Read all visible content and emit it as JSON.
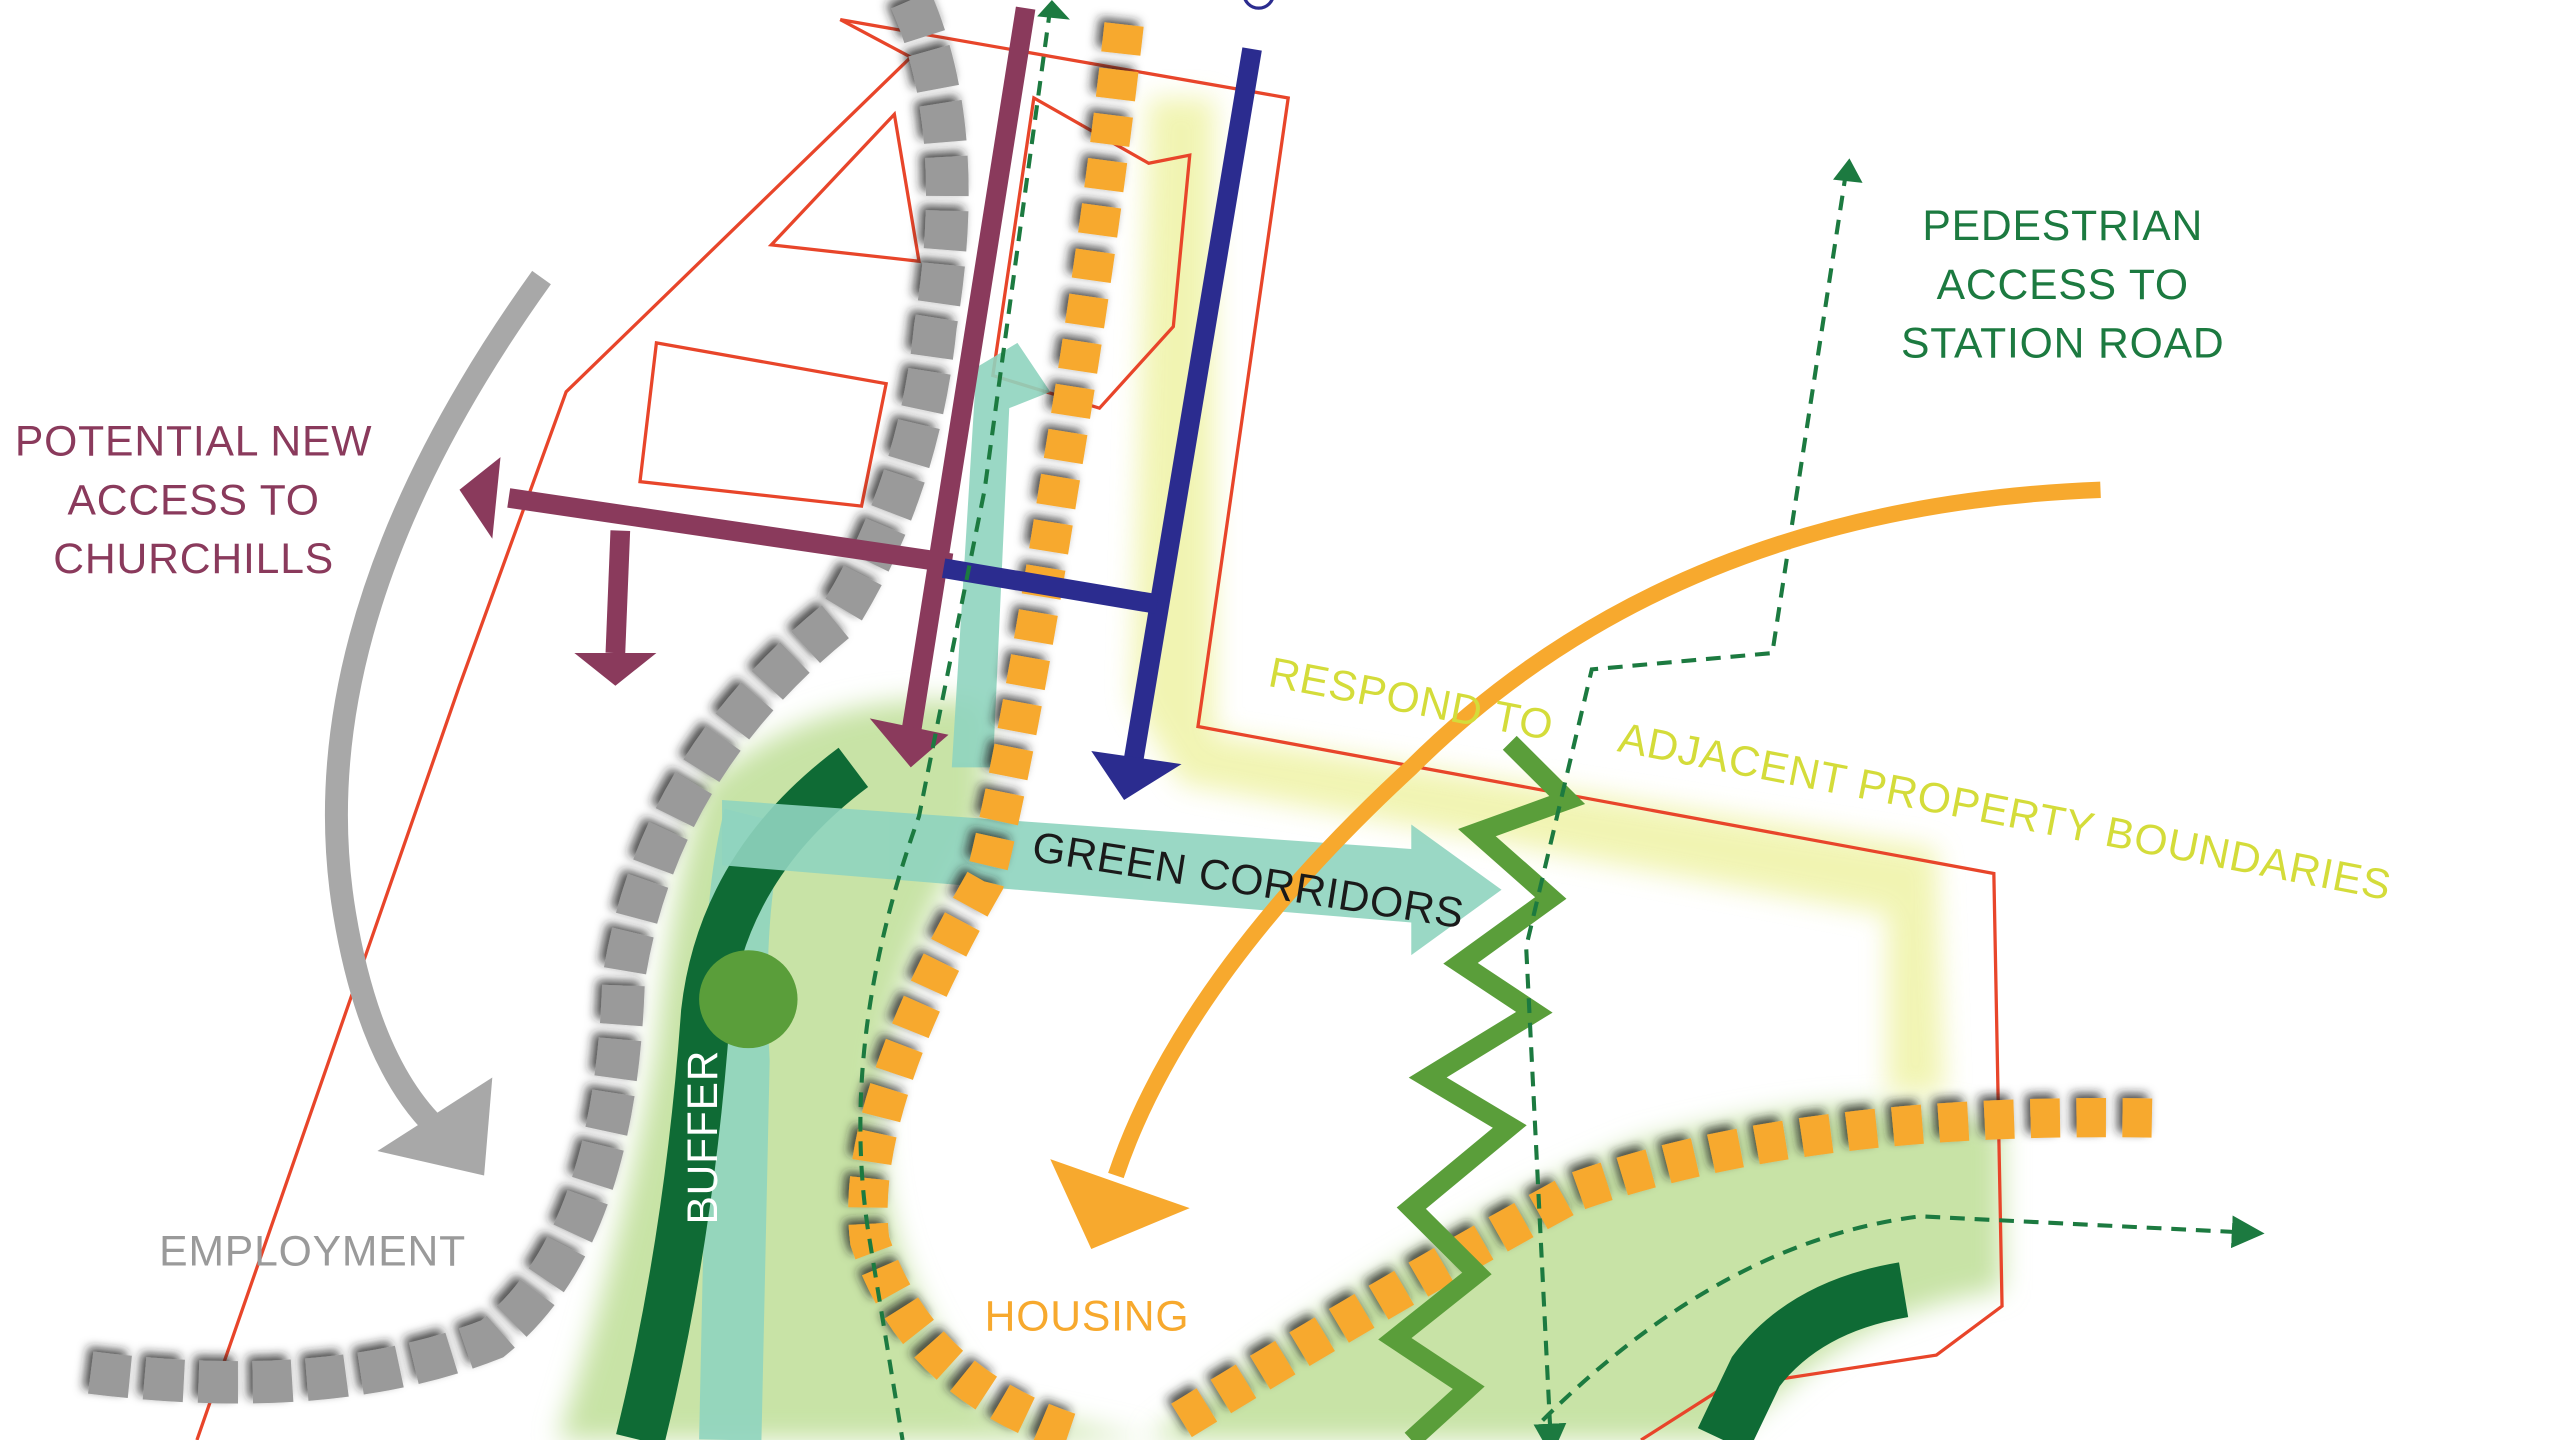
{
  "labels": {
    "churchills": [
      "POTENTIAL NEW",
      "ACCESS TO",
      "CHURCHILLS"
    ],
    "pedestrian": [
      "PEDESTRIAN",
      "ACCESS TO",
      "STATION ROAD"
    ],
    "respond": "RESPOND TO",
    "adjacent": "ADJACENT PROPERTY BOUNDARIES",
    "green_corridors": "GREEN CORRIDORS",
    "buffer": "BUFFER",
    "employment": "EMPLOYMENT",
    "housing": "HOUSING"
  },
  "colors": {
    "maroon": "#8a3a5c",
    "navy": "#2b2c8f",
    "orange": "#f7a92e",
    "gray": "#9a9a9a",
    "dark_green": "#0f6b35",
    "mid_green": "#5a9e3a",
    "light_green": "#c8e3a6",
    "teal": "#8fd4bf",
    "yellow_green": "#d4dc3a",
    "red_boundary": "#e8452a",
    "ped_green": "#1c7a40"
  }
}
